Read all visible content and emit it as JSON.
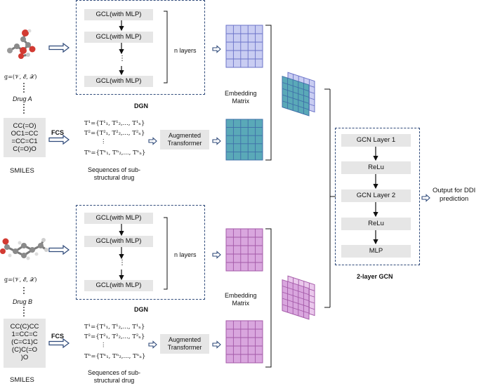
{
  "drug_a": {
    "graph_label": "g=(𝒱, ℰ, 𝒳)",
    "name": "Drug A",
    "smiles_lines": [
      "CC(=O)",
      "OC1=CC",
      "=CC=C1",
      "C(=O)O"
    ],
    "smiles_label": "SMILES",
    "fcs_label": "FCS",
    "dgn": {
      "layer_label": "GCL(with MLP)",
      "dots": "⋮",
      "n_layers_label": "n layers",
      "title": "DGN"
    },
    "sequences": [
      "T¹={T¹₁, T¹₂,..., T¹ₙ}",
      "T²={T²₁, T²₂,..., T²ₙ}",
      "⋮",
      "Tⁿ={Tⁿ₁, Tⁿ₂,..., Tⁿₙ}"
    ],
    "sequences_caption": [
      "Sequences of sub-",
      "structural drug"
    ],
    "transformer_label": [
      "Augmented",
      "Transformer"
    ],
    "embedding_label": [
      "Embedding",
      "Matrix"
    ]
  },
  "drug_b": {
    "graph_label": "g=(𝒱, ℰ, 𝒳)",
    "name": "Drug B",
    "smiles_lines": [
      "CC(C)CC",
      "1=CC=C",
      "(C=C1)C",
      "(C)C(=O",
      ")O"
    ],
    "smiles_label": "SMILES",
    "fcs_label": "FCS",
    "dgn": {
      "layer_label": "GCL(with MLP)",
      "dots": "⋮",
      "n_layers_label": "n layers",
      "title": "DGN"
    },
    "sequences": [
      "T¹={T¹₁, T¹₂,..., T¹ₙ}",
      "T²={T²₁, T²₂,..., T²ₙ}",
      "⋮",
      "Tⁿ={Tⁿ₁, Tⁿ₂,..., Tⁿₙ}"
    ],
    "sequences_caption": [
      "Sequences of sub-",
      "structural drug"
    ],
    "transformer_label": [
      "Augmented",
      "Transformer"
    ],
    "embedding_label": [
      "Embedding",
      "Matrix"
    ]
  },
  "gcn": {
    "layers": [
      "GCN Layer 1",
      "ReLu",
      "GCN Layer 2",
      "ReLu",
      "MLP"
    ],
    "title": "2-layer GCN",
    "output_label": [
      "Output for DDI",
      "prediction"
    ]
  },
  "colors": {
    "dashed_border": "#2f4a7a",
    "box_fill": "#e6e6e6",
    "arrow_outline": "#2f4a7a",
    "matrix_a_dgn": "#c9cdf2",
    "matrix_a_trans": "#5aa9b8",
    "matrix_b": "#d9a6de",
    "matrix_b_light": "#eac8ec"
  }
}
